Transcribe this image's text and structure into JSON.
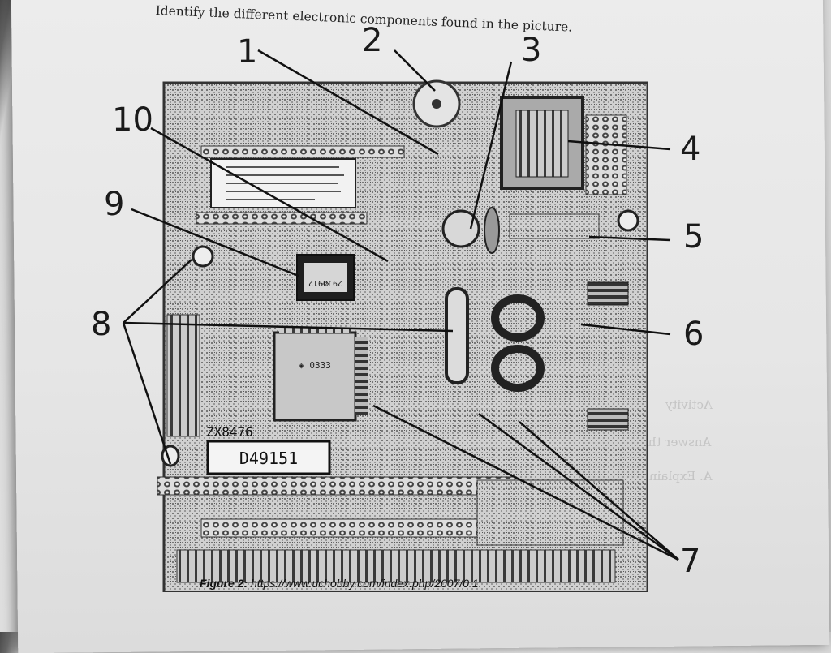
{
  "document": {
    "instruction": "Identify the different electronic components found in the picture.",
    "figure": {
      "label": "Figure 2:",
      "source": "https://www.uchobby.com/index.php/2007/0 1"
    },
    "chip_marking": "D49151",
    "board_marking": "ZX8476",
    "callouts": [
      {
        "number": "1"
      },
      {
        "number": "2"
      },
      {
        "number": "3"
      },
      {
        "number": "4"
      },
      {
        "number": "5"
      },
      {
        "number": "6"
      },
      {
        "number": "7"
      },
      {
        "number": "8"
      },
      {
        "number": "9"
      },
      {
        "number": "10"
      }
    ]
  },
  "colors": {
    "ink": "#1a1a1a",
    "paper": "#e8e8e8",
    "board_dark": "#3a3a3a"
  }
}
